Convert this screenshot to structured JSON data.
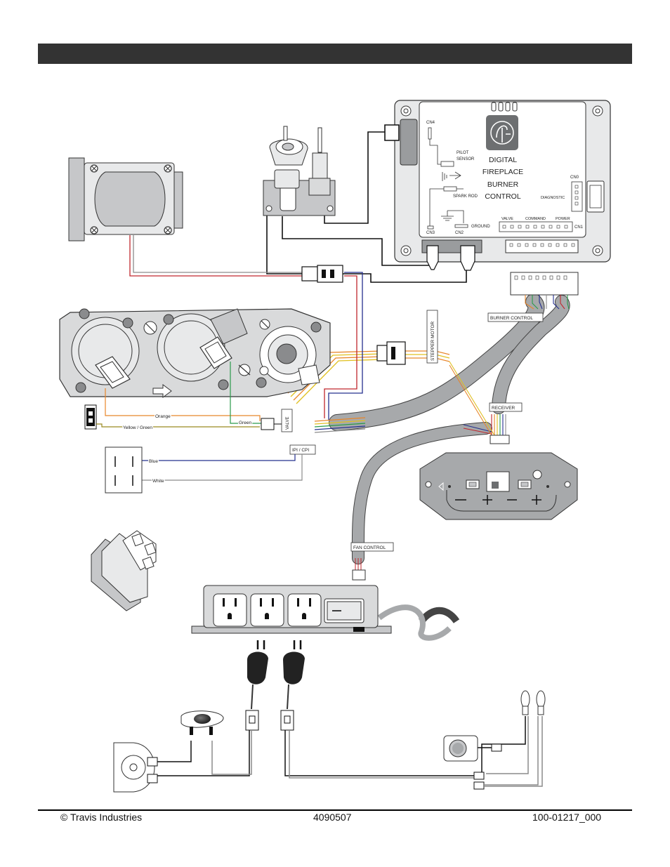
{
  "control_board": {
    "title_lines": [
      "DIGITAL",
      "FIREPLACE",
      "BURNER",
      "CONTROL"
    ],
    "connectors": {
      "cn0": "CN0",
      "cn1": "CN1",
      "cn2": "CN2",
      "cn3": "CN3",
      "cn4": "CN4",
      "diagnostic": "DIAGNOSTIC",
      "pilot_sensor_1": "PILOT",
      "pilot_sensor_2": "SENSOR",
      "spark_rod": "SPARK ROD",
      "ground": "GROUND",
      "valve": "VALVE",
      "command": "COMMAND",
      "power": "POWER"
    }
  },
  "tags": {
    "stepper_motor": "STEPPER MOTOR",
    "burner_control": "BURNER CONTROL",
    "receiver": "RECEIVER",
    "valve": "VALVE",
    "ipi_cpi": "IPI / CPI",
    "fan_control": "FAN CONTROL"
  },
  "wires": {
    "orange": "Orange",
    "yellow_green": "Yellow / Green",
    "green": "Green",
    "blue": "Blue",
    "white": "White"
  },
  "colors": {
    "header": "#333333",
    "cable": "#a7a9ab",
    "board": "#e8e9ea",
    "wire_red": "#c0272d",
    "wire_orange": "#e8862a",
    "wire_yellow": "#e0c020",
    "wire_green": "#2a9a4a",
    "wire_blue": "#25308f",
    "wire_white": "#8c8c8c"
  },
  "footer": {
    "copyright": "© Travis Industries",
    "doc_number": "4090507",
    "part_number": "100-01217_000"
  }
}
